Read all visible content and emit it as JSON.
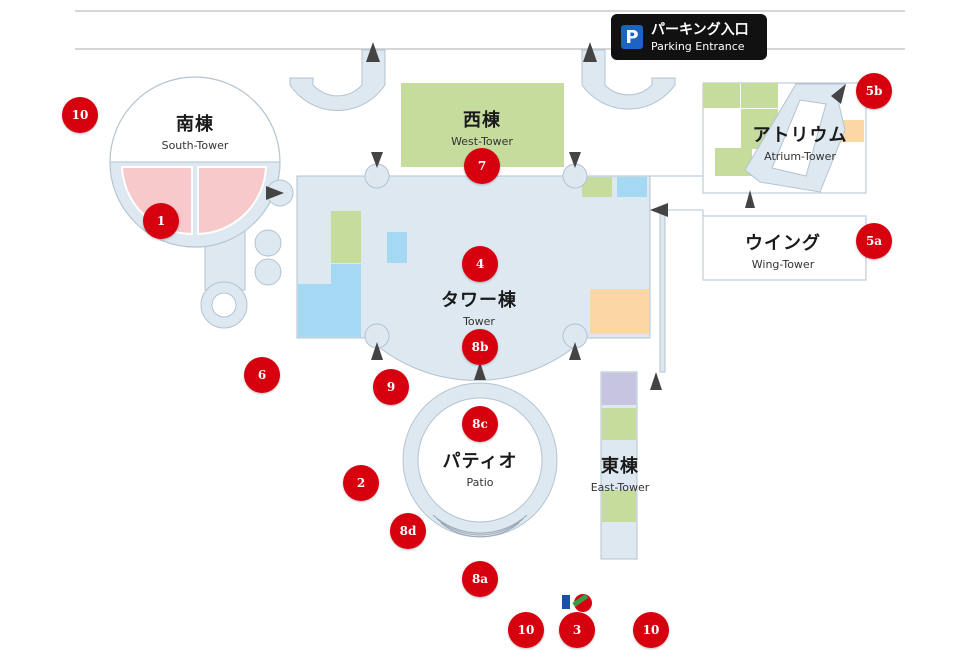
{
  "parking": {
    "icon": "P",
    "label_jp": "パーキング入口",
    "label_en": "Parking Entrance"
  },
  "buildings": {
    "south": {
      "jp": "南棟",
      "en": "South-Tower"
    },
    "west": {
      "jp": "西棟",
      "en": "West-Tower"
    },
    "atrium": {
      "jp": "アトリウム",
      "en": "Atrium-Tower"
    },
    "wing": {
      "jp": "ウイング",
      "en": "Wing-Tower"
    },
    "tower": {
      "jp": "タワー棟",
      "en": "Tower"
    },
    "patio": {
      "jp": "パティオ",
      "en": "Patio"
    },
    "east": {
      "jp": "東棟",
      "en": "East-Tower"
    }
  },
  "markers": {
    "m10a": "10",
    "m1": "1",
    "m7": "7",
    "m5b": "5b",
    "m5a": "5a",
    "m4": "4",
    "m8b": "8b",
    "m6": "6",
    "m9": "9",
    "m8c": "8c",
    "m2": "2",
    "m8d": "8d",
    "m8a": "8a",
    "m10b": "10",
    "m3": "3",
    "m10c": "10"
  },
  "colors": {
    "building_fill": "#dde8f1",
    "building_stroke": "#b3c3d1",
    "green": "#c5dc9d",
    "blue": "#a5d8f3",
    "orange": "#fbd7a6",
    "pink": "#f8c9cb",
    "lavender": "#c7c4e2",
    "marker": "#d7000f",
    "road_line": "#c8c8c8"
  }
}
